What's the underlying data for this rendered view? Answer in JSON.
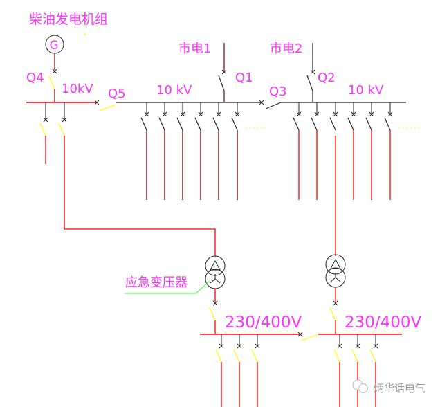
{
  "labels": {
    "generator_title": "柴油发电机组",
    "generator_symbol": "G",
    "q4": "Q4",
    "bus_left_voltage": "10kV",
    "q5": "Q5",
    "bus_mid_voltage": "10  kV",
    "mains1": "市电1",
    "q1": "Q1",
    "q3": "Q3",
    "mains2": "市电2",
    "q2": "Q2",
    "bus_right_voltage": "10  kV",
    "mid_more": "......",
    "right_more": "......",
    "emergency_transformer": "应急变压器",
    "lv_bus1_voltage": "230/400V",
    "lv_bus2_voltage": "230/400V"
  },
  "watermark": {
    "text": "炳华话电气"
  },
  "colors": {
    "emergency_red": "#ff0000",
    "normal_dark_red": "#7a0000",
    "label_magenta": "#ff33ff",
    "switch_yellow": "#ffff00",
    "leader_green": "#33ff33"
  }
}
